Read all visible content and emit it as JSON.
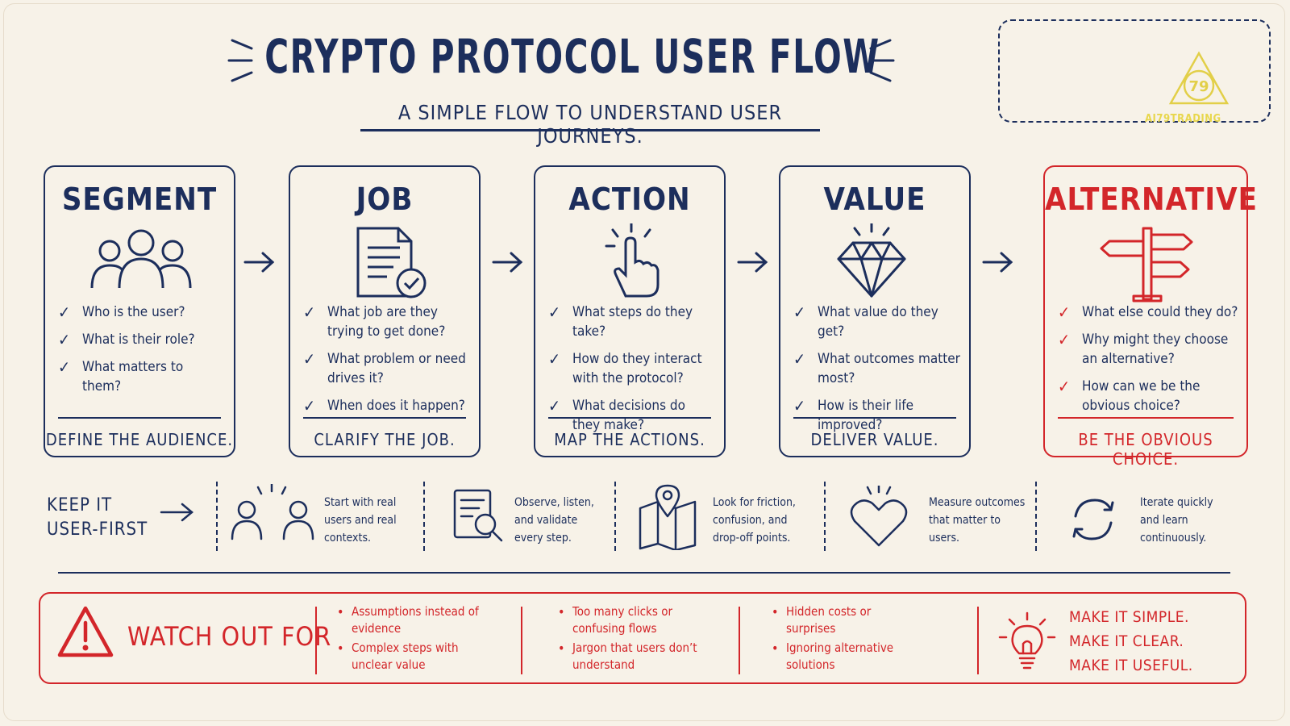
{
  "header": {
    "title": "CRYPTO PROTOCOL USER FLOW",
    "subtitle": "A SIMPLE FLOW TO UNDERSTAND USER JOURNEYS.",
    "logo_text": "AI79TRADING",
    "logo_mark": "79"
  },
  "colors": {
    "navy": "#1c2e5c",
    "red": "#d3262a",
    "background": "#f7f2e8",
    "logo_gold": "#e8d74d"
  },
  "cards": [
    {
      "title": "SEGMENT",
      "icon": "people-group-icon",
      "items": [
        "Who is the user?",
        "What is their role?",
        "What matters to them?"
      ],
      "footer": "DEFINE THE AUDIENCE."
    },
    {
      "title": "JOB",
      "icon": "document-check-icon",
      "items": [
        "What job are they trying to get done?",
        "What problem or need drives it?",
        "When does it happen?"
      ],
      "footer": "CLARIFY THE JOB."
    },
    {
      "title": "ACTION",
      "icon": "pointer-hand-icon",
      "items": [
        "What steps do they take?",
        "How do they interact with the protocol?",
        "What decisions do they make?"
      ],
      "footer": "MAP THE ACTIONS."
    },
    {
      "title": "VALUE",
      "icon": "diamond-icon",
      "items": [
        "What value do they get?",
        "What outcomes matter most?",
        "How is their life improved?"
      ],
      "footer": "DELIVER VALUE."
    },
    {
      "title": "ALTERNATIVE",
      "icon": "signpost-icon",
      "items": [
        "What else could they do?",
        "Why might they choose an alternative?",
        "How can we be the obvious choice?"
      ],
      "footer": "BE THE OBVIOUS CHOICE."
    }
  ],
  "keep": {
    "line1": "KEEP IT",
    "line2": "USER-FIRST"
  },
  "tips": [
    {
      "icon": "users-icon",
      "text": [
        "Start with real",
        "users and real",
        "contexts."
      ]
    },
    {
      "icon": "document-search-icon",
      "text": [
        "Observe, listen,",
        "and validate",
        "every step."
      ]
    },
    {
      "icon": "map-pin-icon",
      "text": [
        "Look for friction,",
        "confusion, and",
        "drop-off points."
      ]
    },
    {
      "icon": "heart-icon",
      "text": [
        "Measure outcomes",
        "that matter to",
        "users."
      ]
    },
    {
      "icon": "refresh-icon",
      "text": [
        "Iterate quickly",
        "and learn",
        "continuously."
      ]
    }
  ],
  "watch_out": {
    "title": "WATCH OUT FOR",
    "columns": [
      [
        "Assumptions instead of evidence",
        "Complex steps with unclear value"
      ],
      [
        "Too  many clicks or confusing flows",
        "Jargon that users don’t understand"
      ],
      [
        "Hidden costs or surprises",
        "Ignoring alternative solutions"
      ]
    ],
    "mottos": [
      "MAKE IT SIMPLE.",
      "MAKE IT CLEAR.",
      "MAKE IT USEFUL."
    ]
  }
}
